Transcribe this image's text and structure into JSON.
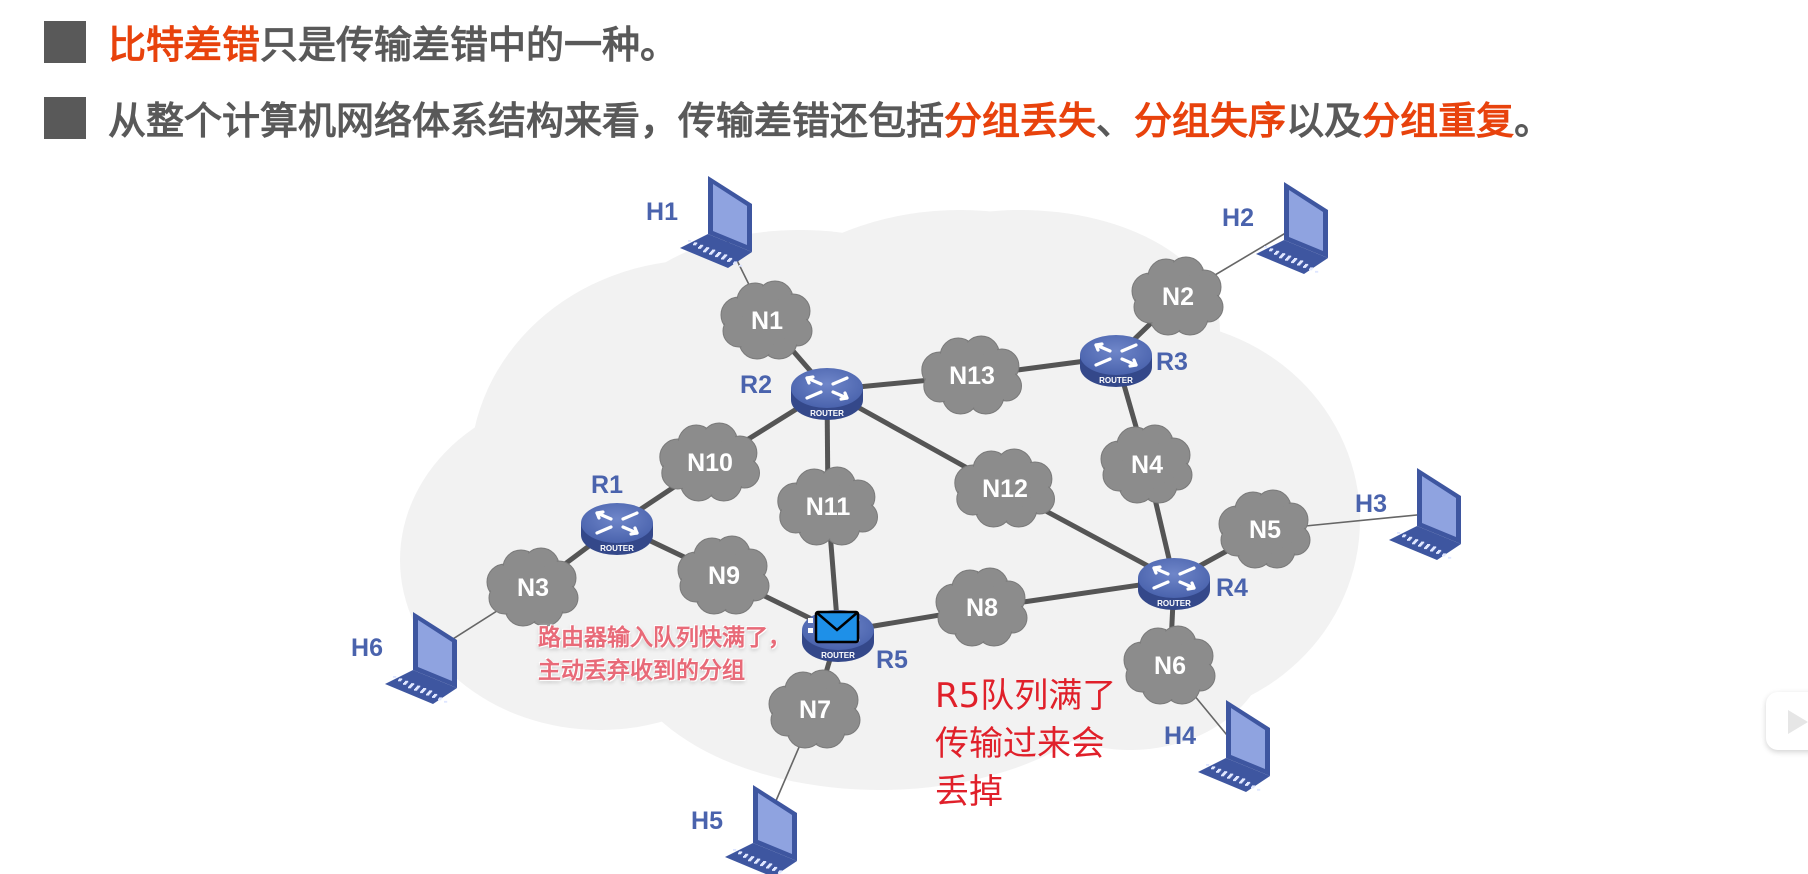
{
  "slide": {
    "bullets": [
      {
        "segments": [
          {
            "text": "比特差错",
            "highlight": true
          },
          {
            "text": "只是传输差错中的一种。",
            "highlight": false
          }
        ]
      },
      {
        "segments": [
          {
            "text": "从整个计算机网络体系结构来看，传输差错还包括",
            "highlight": false
          },
          {
            "text": "分组丢失",
            "highlight": true
          },
          {
            "text": "、",
            "highlight": false
          },
          {
            "text": "分组失序",
            "highlight": true
          },
          {
            "text": "以及",
            "highlight": false
          },
          {
            "text": "分组重复",
            "highlight": true
          },
          {
            "text": "。",
            "highlight": false
          }
        ]
      }
    ],
    "colors": {
      "highlight": "#e8420c",
      "body_text": "#595959",
      "host_blue": "#4a63ad",
      "network_gray": "#8c8c8c",
      "annotation_pink": "#e86a78",
      "annotation_red": "#e0202a"
    }
  },
  "diagram": {
    "router_caption": "ROUTER",
    "hosts": [
      {
        "id": "H1",
        "label": "H1"
      },
      {
        "id": "H2",
        "label": "H2"
      },
      {
        "id": "H3",
        "label": "H3"
      },
      {
        "id": "H4",
        "label": "H4"
      },
      {
        "id": "H5",
        "label": "H5"
      },
      {
        "id": "H6",
        "label": "H6"
      }
    ],
    "routers": [
      {
        "id": "R1",
        "label": "R1"
      },
      {
        "id": "R2",
        "label": "R2"
      },
      {
        "id": "R3",
        "label": "R3"
      },
      {
        "id": "R4",
        "label": "R4"
      },
      {
        "id": "R5",
        "label": "R5",
        "has_packet": true
      }
    ],
    "networks": [
      {
        "id": "N1",
        "label": "N1"
      },
      {
        "id": "N2",
        "label": "N2"
      },
      {
        "id": "N3",
        "label": "N3"
      },
      {
        "id": "N4",
        "label": "N4"
      },
      {
        "id": "N5",
        "label": "N5"
      },
      {
        "id": "N6",
        "label": "N6"
      },
      {
        "id": "N7",
        "label": "N7"
      },
      {
        "id": "N8",
        "label": "N8"
      },
      {
        "id": "N9",
        "label": "N9"
      },
      {
        "id": "N10",
        "label": "N10"
      },
      {
        "id": "N11",
        "label": "N11"
      },
      {
        "id": "N12",
        "label": "N12"
      },
      {
        "id": "N13",
        "label": "N13"
      }
    ],
    "links": [
      [
        "H1",
        "N1"
      ],
      [
        "N1",
        "R2"
      ],
      [
        "R2",
        "N13"
      ],
      [
        "N13",
        "R3"
      ],
      [
        "R3",
        "N2"
      ],
      [
        "N2",
        "H2"
      ],
      [
        "R3",
        "N4"
      ],
      [
        "N4",
        "R4"
      ],
      [
        "R4",
        "N5"
      ],
      [
        "N5",
        "H3"
      ],
      [
        "R4",
        "N6"
      ],
      [
        "N6",
        "H4"
      ],
      [
        "R2",
        "N10"
      ],
      [
        "N10",
        "R1"
      ],
      [
        "R2",
        "N11"
      ],
      [
        "N11",
        "R5"
      ],
      [
        "R2",
        "N12"
      ],
      [
        "N12",
        "R4"
      ],
      [
        "R1",
        "N9"
      ],
      [
        "N9",
        "R5"
      ],
      [
        "R1",
        "N3"
      ],
      [
        "N3",
        "H6"
      ],
      [
        "R5",
        "N8"
      ],
      [
        "N8",
        "R4"
      ],
      [
        "R5",
        "N7"
      ],
      [
        "N7",
        "H5"
      ]
    ],
    "annotations": {
      "router_queue_note": [
        "路由器输入队列快满了，",
        "主动丢弃收到的分组"
      ],
      "handwritten_note": [
        "R5队列满了",
        "传输过来会",
        "丢掉"
      ]
    }
  },
  "overlay": {
    "player_icon": "tv-play-icon"
  }
}
